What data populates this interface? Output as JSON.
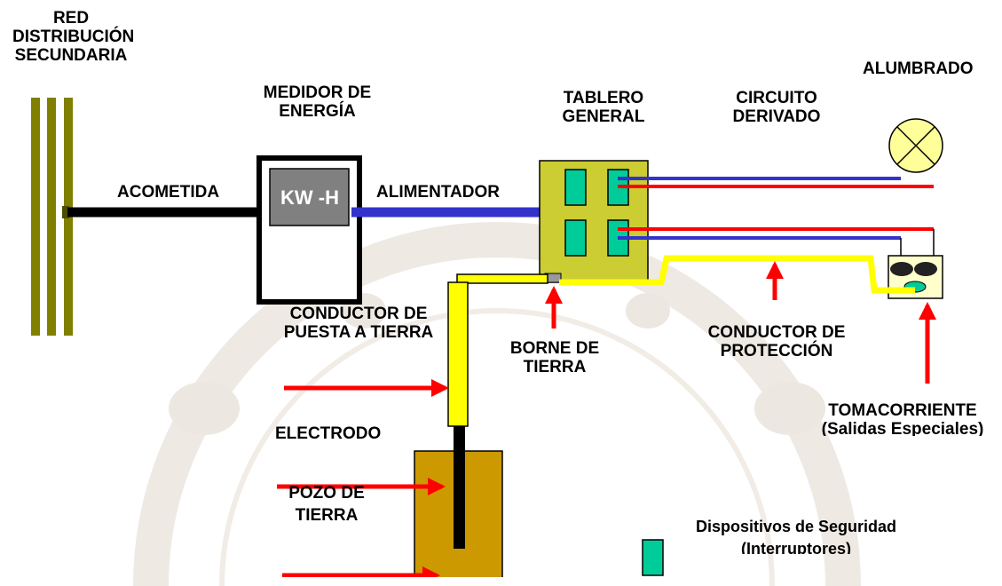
{
  "labels": {
    "red_distribucion": [
      "RED",
      "DISTRIBUCIÓN",
      "SECUNDARIA"
    ],
    "medidor": [
      "MEDIDOR DE",
      "ENERGÍA"
    ],
    "tablero": [
      "TABLERO",
      "GENERAL"
    ],
    "circuito": [
      "CIRCUITO",
      "DERIVADO"
    ],
    "alumbrado": "ALUMBRADO",
    "acometida": "ACOMETIDA",
    "kwh": "KW -H",
    "alimentador": "ALIMENTADOR",
    "conductor_puesta": [
      "CONDUCTOR DE",
      "PUESTA A TIERRA"
    ],
    "borne": [
      "BORNE DE",
      "TIERRA"
    ],
    "conductor_proteccion": [
      "CONDUCTOR DE",
      "PROTECCIÓN"
    ],
    "tomacorriente": [
      "TOMACORRIENTE",
      "(Salidas Especiales)"
    ],
    "electrodo": "ELECTRODO",
    "pozo": [
      "POZO DE",
      "TIERRA"
    ],
    "dispositivos": [
      "Dispositivos de Seguridad",
      "(Interruptores)"
    ]
  },
  "colors": {
    "pole": "#808000",
    "acometida_line": "#000000",
    "alimentador_line": "#3333cc",
    "phase_line": "#ff0000",
    "neutral_line": "#3333cc",
    "ground_conductor": "#ffff00",
    "panel": "#cccc33",
    "breaker": "#00cc99",
    "meter_display": "#808080",
    "pit": "#cc9900",
    "arrow": "#ff0000",
    "lamp": "#ffff99",
    "socket": "#ffffcc"
  },
  "icons": [
    "lamp-icon",
    "socket-icon",
    "breaker-icon"
  ]
}
